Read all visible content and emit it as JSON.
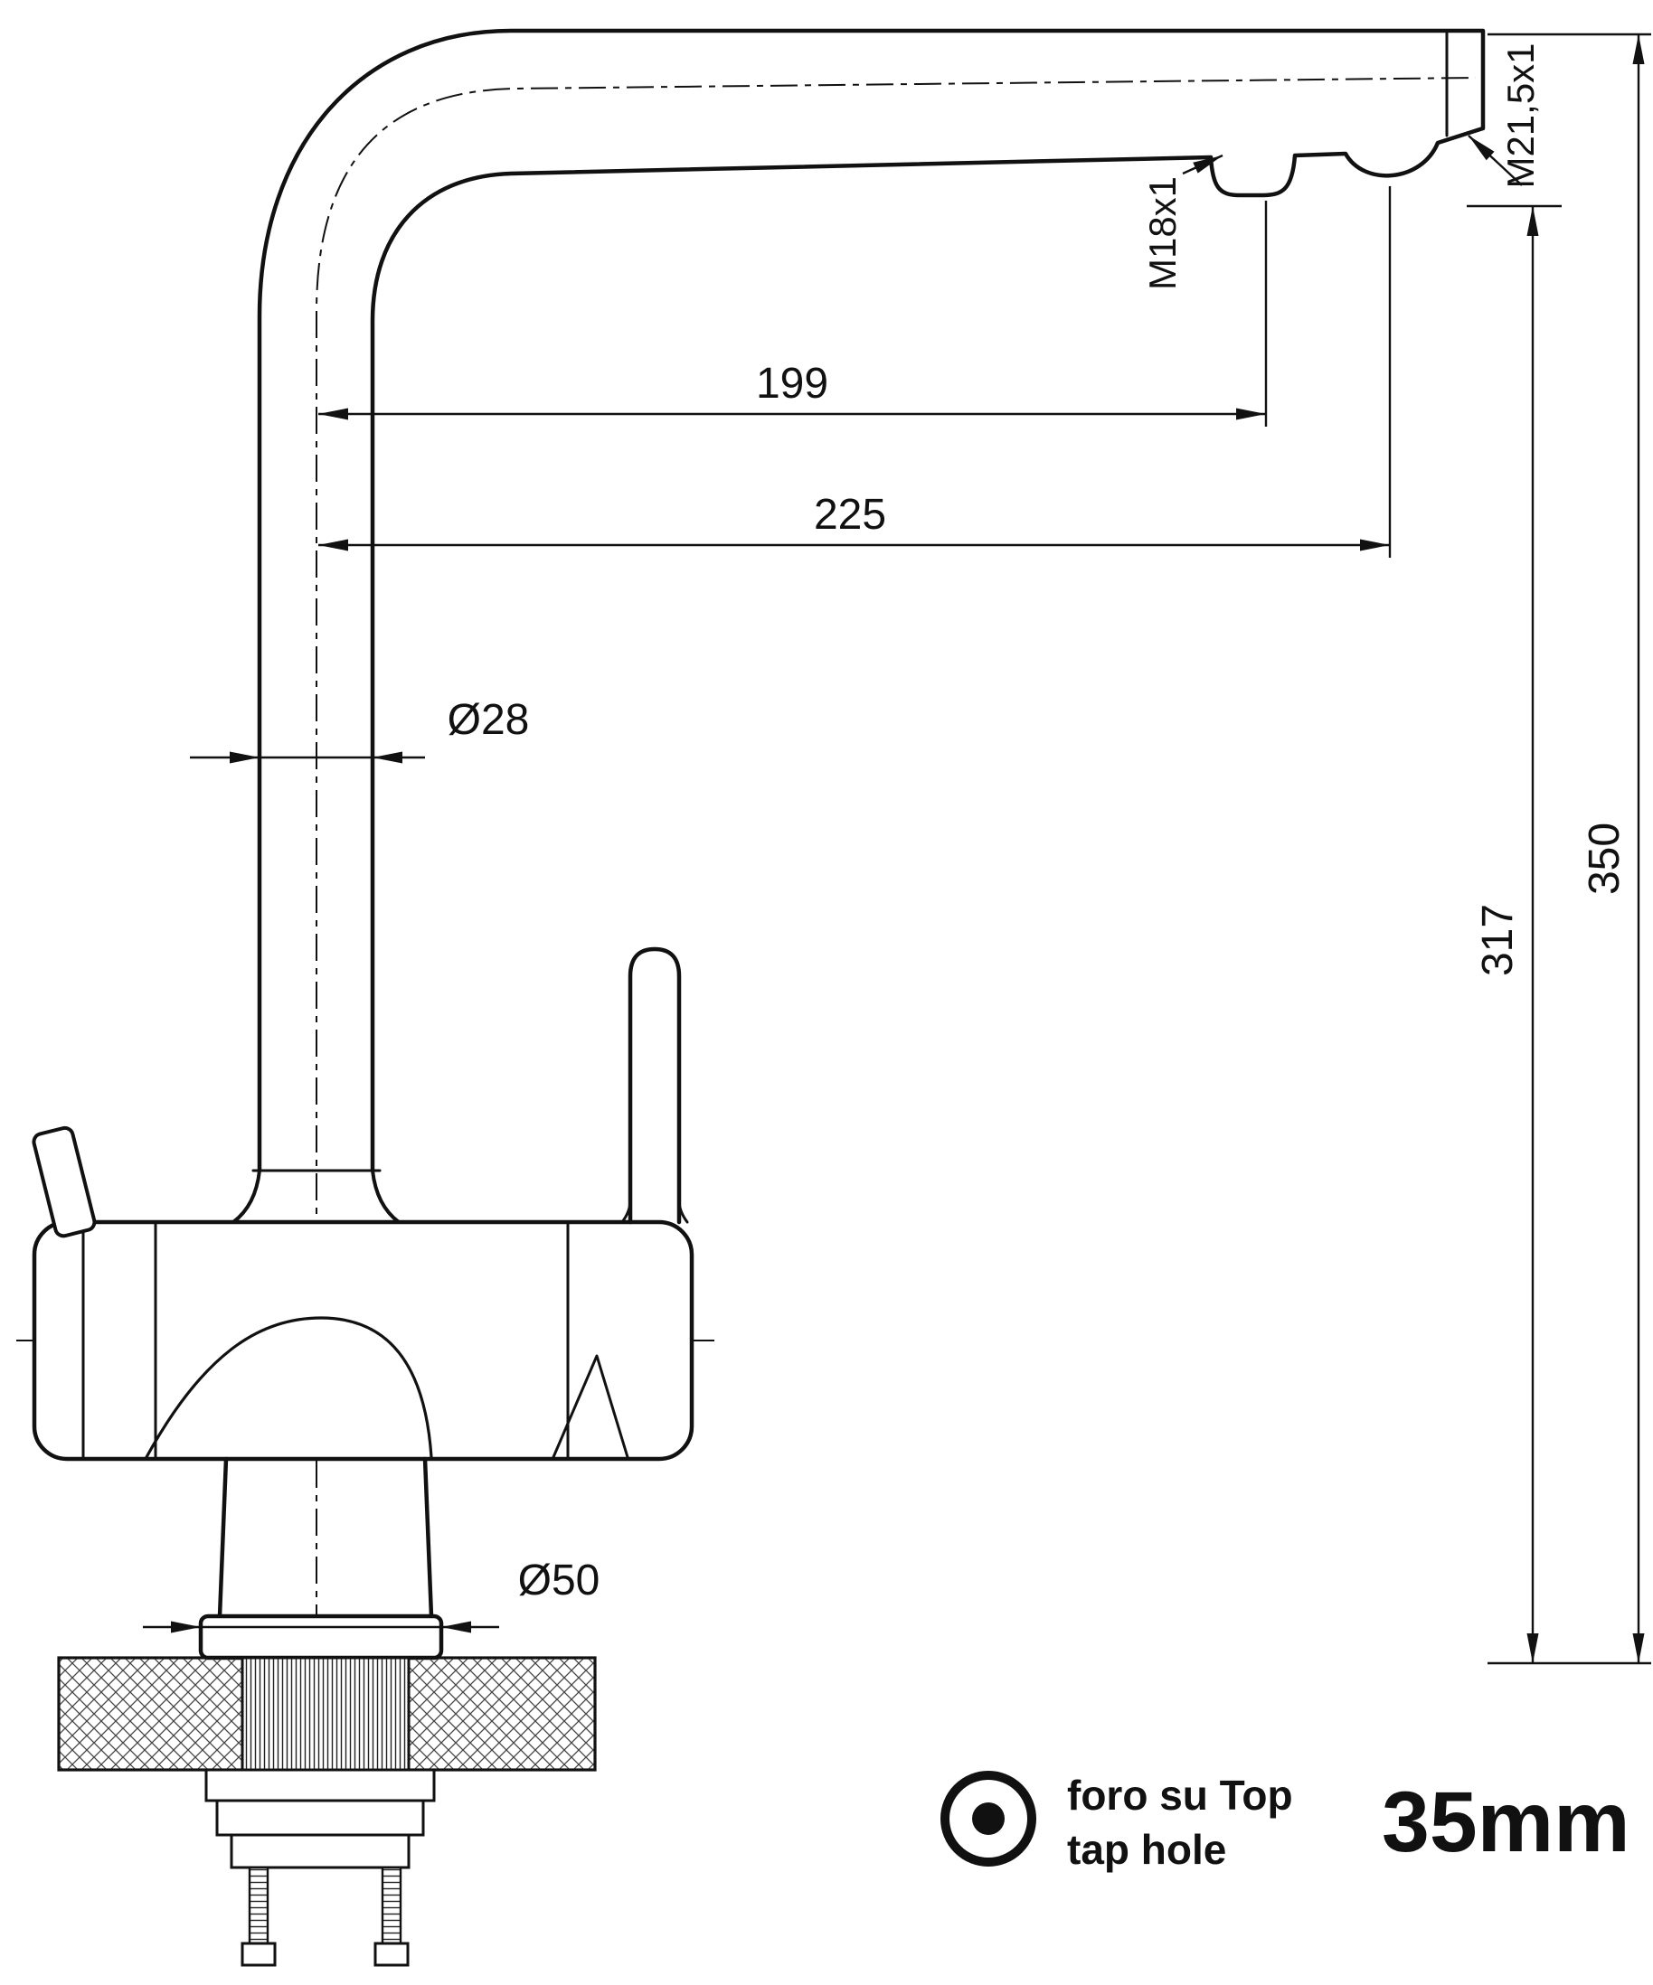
{
  "drawing": {
    "title": "3-way kitchen tap dimensional drawing",
    "dimensions": {
      "spout_reach_near": "199",
      "spout_reach_far": "225",
      "pipe_diameter": "Ø28",
      "height_under_spout": "317",
      "total_height": "350",
      "base_diameter": "Ø50",
      "thread_outlet": "M18x1",
      "thread_end": "M21,5x1"
    },
    "legend": {
      "hole_label_it": "foro su Top",
      "hole_label_en": "tap hole",
      "hole_size": "35mm"
    },
    "colors": {
      "line": "#111111",
      "background": "#ffffff"
    }
  }
}
